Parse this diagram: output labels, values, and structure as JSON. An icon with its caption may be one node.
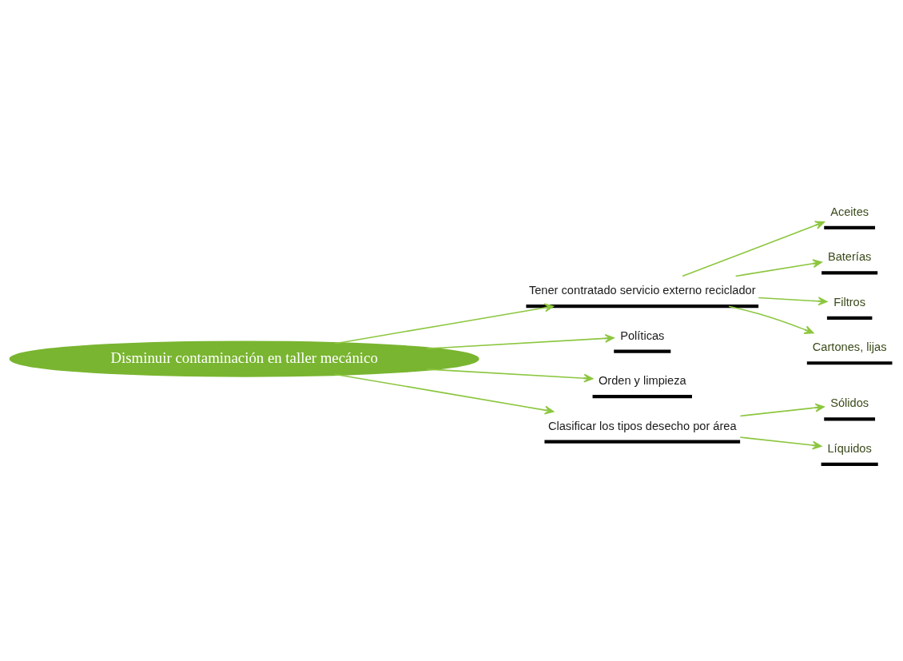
{
  "diagram": {
    "nodes": [
      {
        "text": [
          "Aceites"
        ]
      },
      {
        "text": [
          "Baterías"
        ]
      },
      {
        "text": [
          "Filtros"
        ]
      },
      {
        "text": [
          "Cartones, lijas"
        ]
      },
      {
        "text": [
          "Tener contratado servicio externo reciclador"
        ]
      },
      {
        "text": [
          "Políticas"
        ]
      },
      {
        "text": [
          "Orden y limpieza"
        ]
      },
      {
        "text": [
          "Disminuir contaminación en taller mecánico"
        ]
      },
      {
        "text": [
          "Clasificar los tipos desecho por área"
        ]
      },
      {
        "text": [
          "Sólidos"
        ]
      },
      {
        "text": [
          "Líquidos"
        ]
      }
    ],
    "edges": [
      {
        "from": 7,
        "to": 5,
        "arrow": "to"
      },
      {
        "from": 7,
        "to": 4,
        "arrow": "to"
      },
      {
        "from": 7,
        "to": 6,
        "arrow": "to"
      },
      {
        "from": 7,
        "to": 8,
        "arrow": "to"
      },
      {
        "from": 4,
        "to": 0,
        "arrow": "to"
      },
      {
        "from": 4,
        "to": 1,
        "arrow": "to"
      },
      {
        "from": 4,
        "to": 2,
        "arrow": "to"
      },
      {
        "from": 4,
        "to": 3,
        "arrow": "to"
      },
      {
        "from": 8,
        "to": 9,
        "arrow": "to"
      },
      {
        "from": 8,
        "to": 10,
        "arrow": "to"
      }
    ]
  }
}
